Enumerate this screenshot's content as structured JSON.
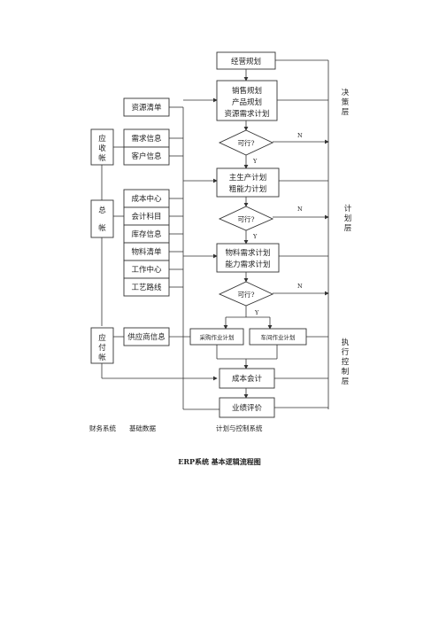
{
  "diagram": {
    "planning": {
      "business_plan": "经营规划",
      "sales_plan_lines": [
        "销售规划",
        "产品规划",
        "资源需求计划"
      ],
      "master_schedule_lines": [
        "主生产计划",
        "粗能力计划"
      ],
      "material_plan_lines": [
        "物料需求计划",
        "能力需求计划"
      ],
      "purchasing": "采购作业计划",
      "workshop": "车间作业计划",
      "cost_accounting": "成本会计",
      "performance": "业绩评价"
    },
    "decisions": {
      "question": "可行?",
      "yes": "Y",
      "no": "N"
    },
    "base_data": {
      "bom": "资源清单",
      "demand_info": "需求信息",
      "customer_info": "客户信息",
      "cost_center": "成本中心",
      "accounting_subjects": "会计科目",
      "inventory_info": "库存信息",
      "material_list": "物料清单",
      "work_center": "工作中心",
      "routing": "工艺路线",
      "supplier_info": "供应商信息"
    },
    "finance": {
      "receivable": "应收帐",
      "ledger": "总帐",
      "payable": "应付帐"
    },
    "layers": {
      "decision": "决策层",
      "planning": "计划层",
      "execution": "执行控制层"
    },
    "bottom_labels": {
      "finance_system": "财务系统",
      "base_data": "基础数据",
      "plan_control": "计划与控制系统"
    }
  },
  "caption": "ERP系统 基本逻辑流程图"
}
